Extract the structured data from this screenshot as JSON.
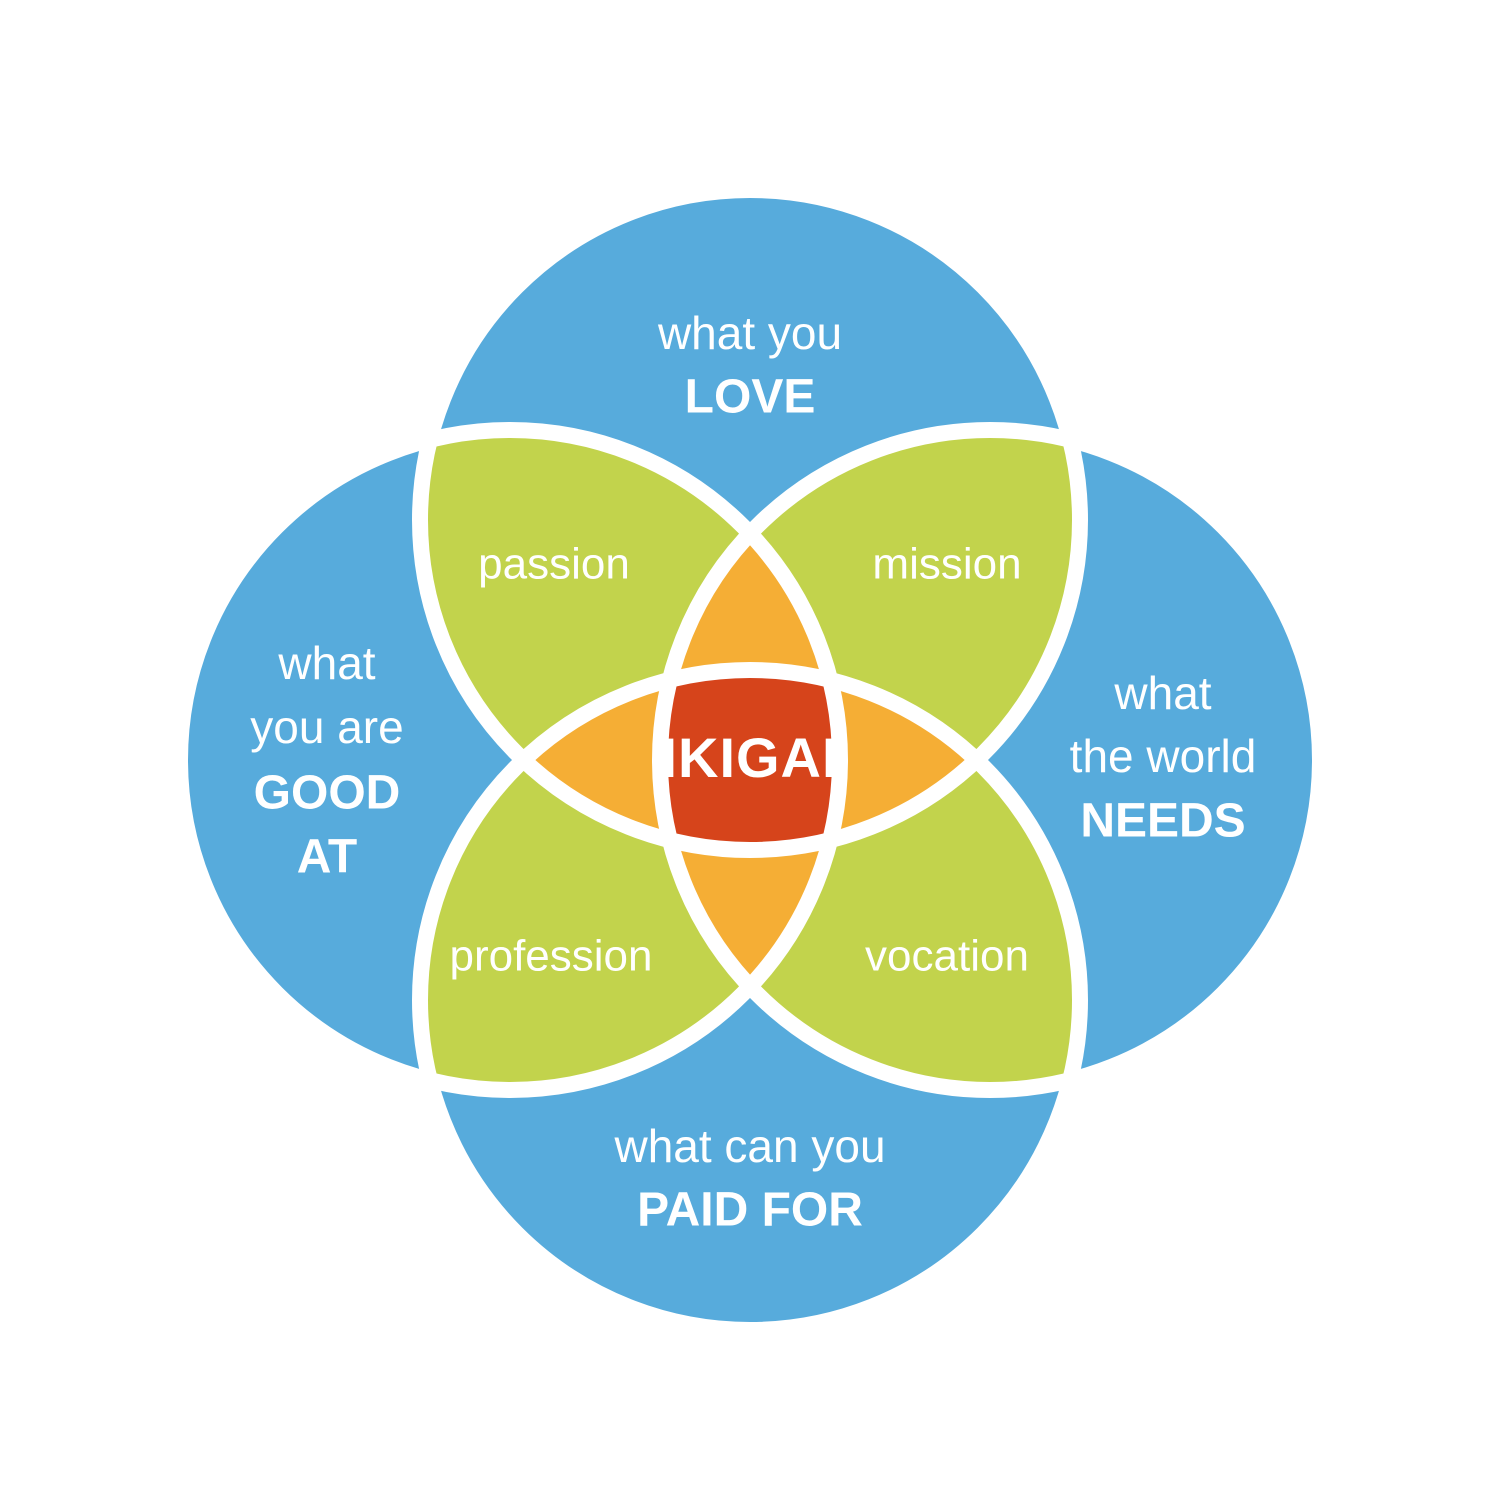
{
  "colors": {
    "circle": "#57abdc",
    "two_overlap": "#c2d34c",
    "three_overlap": "#f5ae35",
    "center": "#d6441b",
    "outline": "#ffffff",
    "text": "#ffffff"
  },
  "circles": {
    "love": {
      "line1": "what you",
      "line2": "LOVE"
    },
    "good_at": {
      "line1": "what",
      "line2": "you are",
      "line3": "GOOD",
      "line4": "AT"
    },
    "world_needs": {
      "line1": "what",
      "line2": "the world",
      "line3": "NEEDS"
    },
    "paid_for": {
      "line1": "what can you",
      "line2": "PAID FOR"
    }
  },
  "overlaps": {
    "passion": "passion",
    "mission": "mission",
    "profession": "profession",
    "vocation": "vocation"
  },
  "center": {
    "label": "IKIGAI"
  }
}
